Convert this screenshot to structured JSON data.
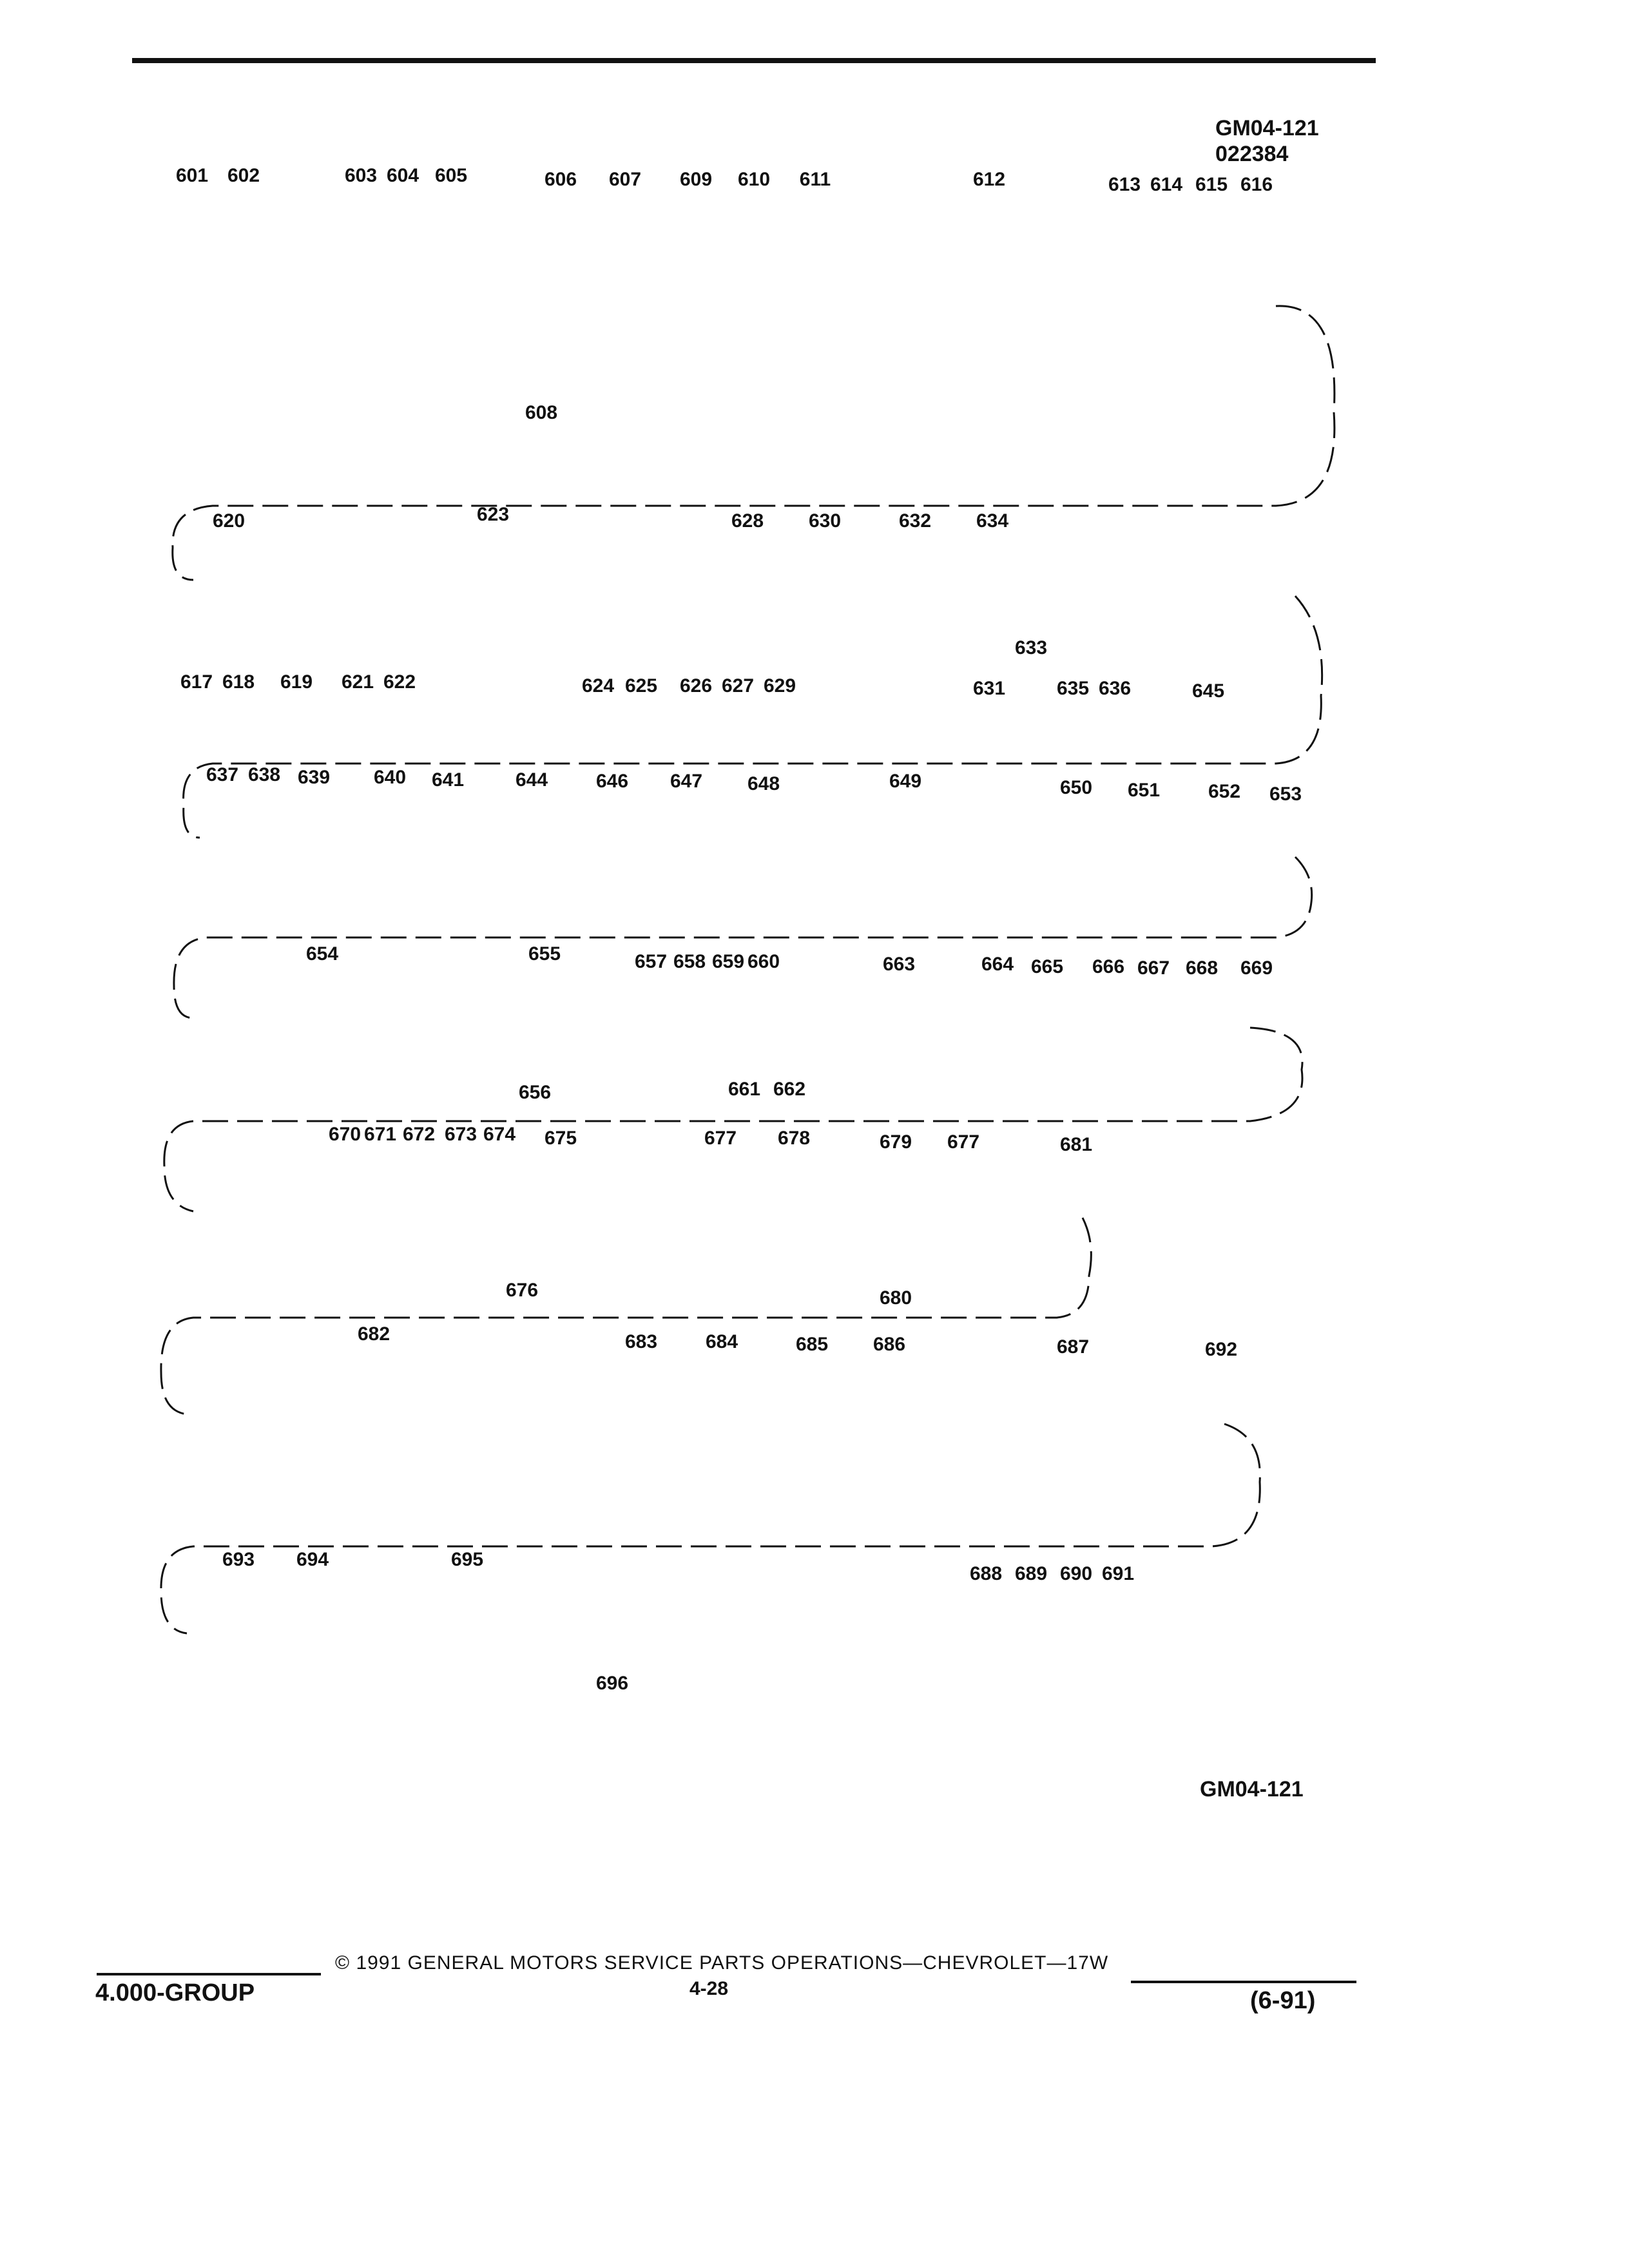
{
  "header": {
    "ref_code": "GM04-121",
    "ref_number": "022384"
  },
  "diagram_ref": "GM04-121",
  "footer": {
    "group": "4.000-GROUP",
    "copyright": "© 1991 GENERAL MOTORS SERVICE PARTS OPERATIONS—CHEVROLET—17W",
    "page": "4-28",
    "revision": "(6-91)"
  },
  "parts": [
    "601",
    "602",
    "603",
    "604",
    "605",
    "606",
    "607",
    "608",
    "609",
    "610",
    "611",
    "612",
    "613",
    "614",
    "615",
    "616",
    "617",
    "618",
    "619",
    "620",
    "621",
    "622",
    "623",
    "624",
    "625",
    "626",
    "627",
    "628",
    "629",
    "630",
    "631",
    "632",
    "633",
    "634",
    "635",
    "636",
    "637",
    "638",
    "639",
    "640",
    "641",
    "644",
    "645",
    "646",
    "647",
    "648",
    "649",
    "650",
    "651",
    "652",
    "653",
    "654",
    "655",
    "656",
    "657",
    "658",
    "659",
    "660",
    "661",
    "662",
    "663",
    "664",
    "665",
    "666",
    "667",
    "668",
    "669",
    "670",
    "671",
    "672",
    "673",
    "674",
    "675",
    "676",
    "677",
    "678",
    "679",
    "677",
    "681",
    "680",
    "682",
    "683",
    "684",
    "685",
    "686",
    "687",
    "688",
    "689",
    "690",
    "691",
    "692",
    "693",
    "694",
    "695",
    "696"
  ]
}
